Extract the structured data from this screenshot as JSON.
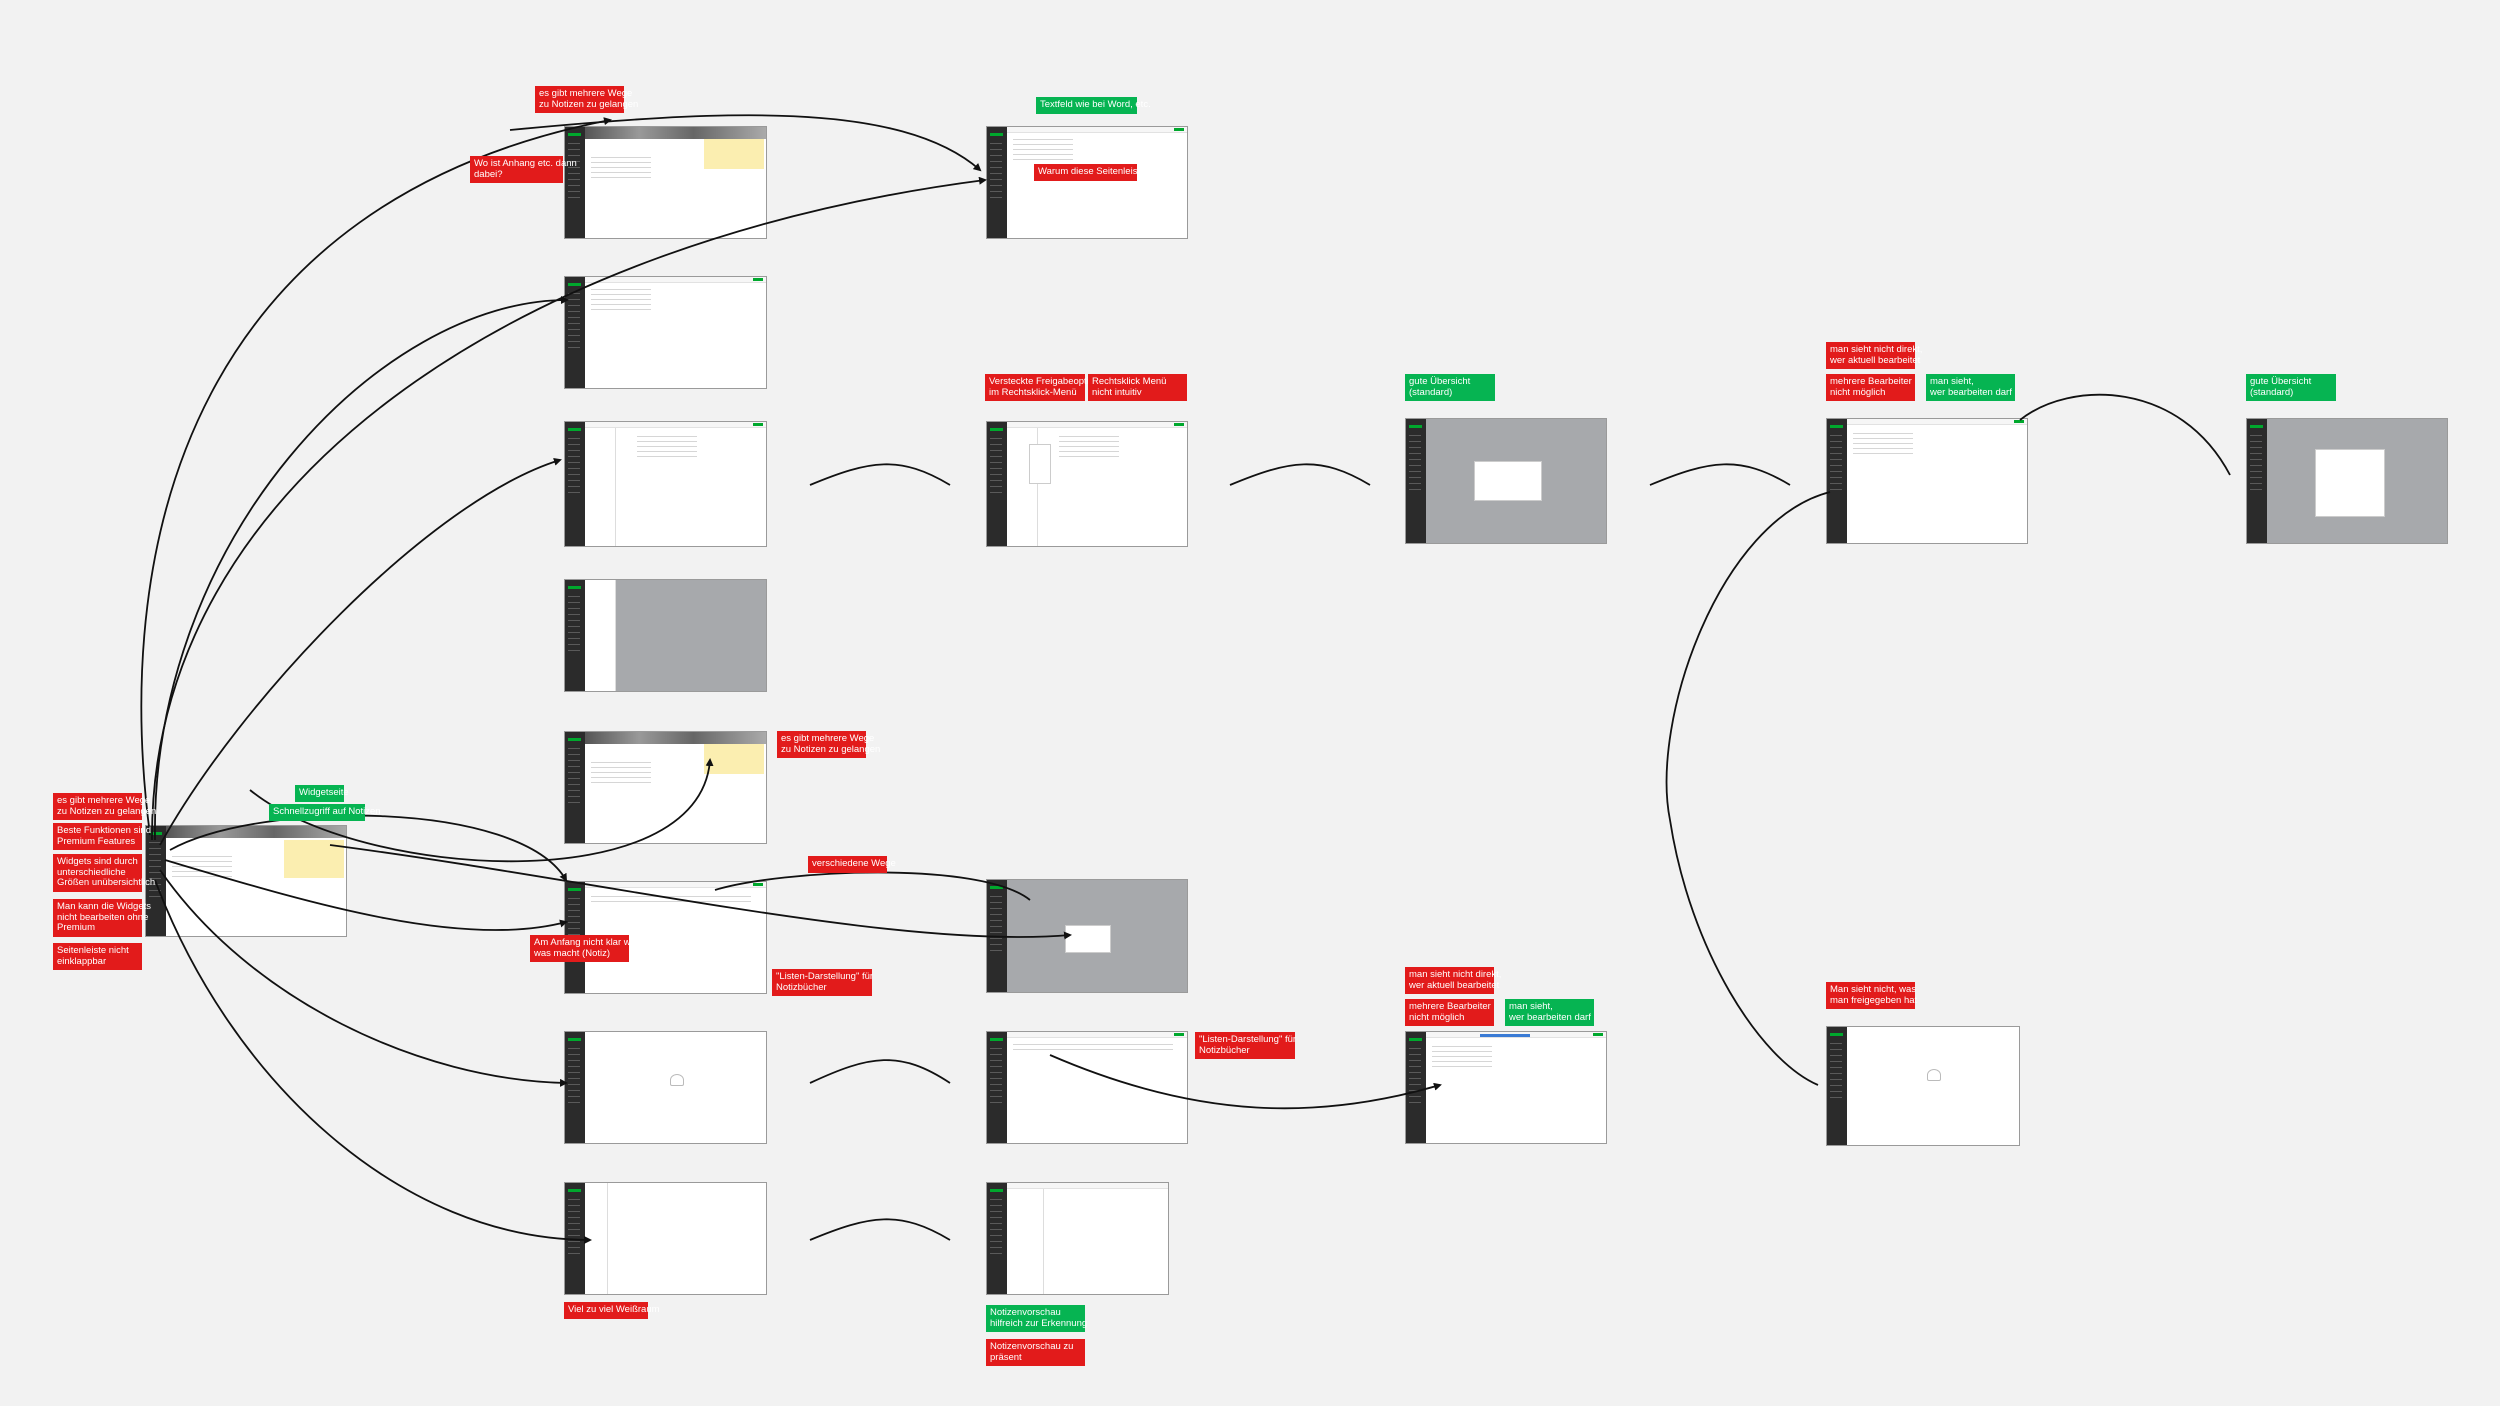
{
  "colors": {
    "red": "#e21b1b",
    "green": "#06b452",
    "background": "#f2f2f2",
    "sidebar": "#2b2b2b",
    "accent": "#00a82d"
  },
  "notes": {
    "n1": "es gibt mehrere Wege\nzu Notizen zu gelangen",
    "n2": "Wo ist Anhang etc. dann\ndabei?",
    "n3": "Textfeld wie bei Word, etc.",
    "n4": "Warum diese Seitenleiste?",
    "n5": "Versteckte Freigabeoption\nim Rechtsklick-Menü",
    "n6": "Rechtsklick Menü\nnicht intuitiv",
    "n7": "gute Übersicht\n(standard)",
    "n8": "man sieht nicht direkt,\nwer aktuell bearbeitet",
    "n9": "mehrere Bearbeiter\nnicht möglich",
    "n10": "man sieht,\nwer bearbeiten darf",
    "n11": "gute Übersicht\n(standard)",
    "n12": "es gibt mehrere Wege\nzu Notizen zu gelangen",
    "n13": "es gibt mehrere Wege\nzu Notizen zu gelangen",
    "n14": "Beste Funktionen sind\nPremium Features",
    "n15": "Widgets sind durch\nunterschiedliche\nGrößen unübersichtlich",
    "n16": "Man kann die Widgets\nnicht bearbeiten ohne\nPremium",
    "n17": "Seitenleiste nicht\neinklappbar",
    "n18": "Widgetseite",
    "n19": "Schnellzugriff auf Notizen",
    "n20": "verschiedene Wege",
    "n21": "Am Anfang nicht klar was\nwas macht (Notiz)",
    "n22": "\"Listen-Darstellung\" für\nNotizbücher",
    "n23": "\"Listen-Darstellung\" für\nNotizbücher",
    "n24": "man sieht nicht direkt,\nwer aktuell bearbeitet",
    "n25": "mehrere Bearbeiter\nnicht möglich",
    "n26": "man sieht,\nwer bearbeiten darf",
    "n27": "Man sieht nicht, was\nman freigegeben hat",
    "n28": "Viel zu viel Weißraum",
    "n29": "Notizenvorschau\nhilfreich zur Erkennung",
    "n30": "Notizenvorschau zu\npräsent"
  }
}
